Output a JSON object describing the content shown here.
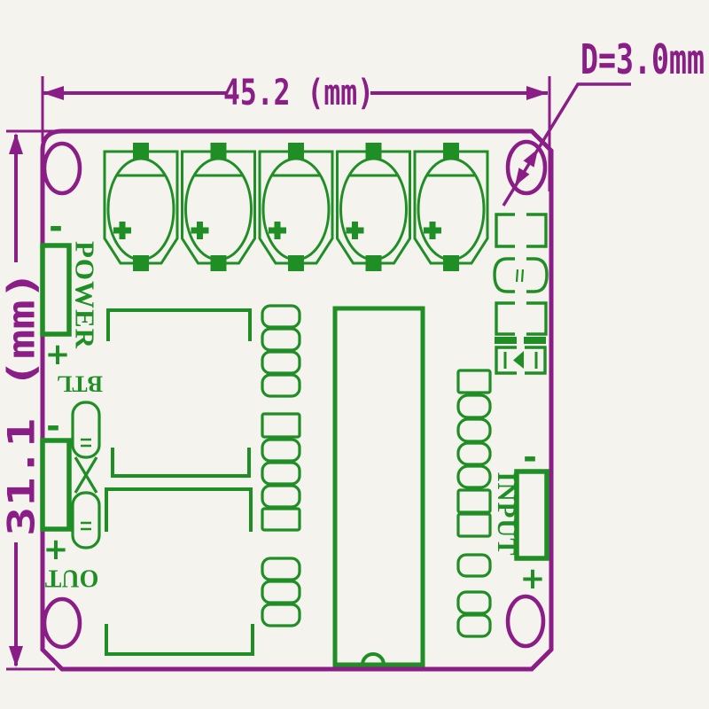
{
  "colors": {
    "purple": "#8a1d86",
    "green": "#1f8e24",
    "background": "#f5f3ee"
  },
  "dimensions": {
    "width_label": "45.2 (mm)",
    "height_label": "31.1 (mm)",
    "hole_diameter_label": "D=3.0mm"
  },
  "connectors": {
    "power": {
      "label": "POWER",
      "plus": "+",
      "minus": "-"
    },
    "out": {
      "label": "OUT",
      "plus": "+",
      "minus": "-"
    },
    "input": {
      "label": "INPUT",
      "plus": "+",
      "minus": "-"
    },
    "btl": {
      "label": "BTL"
    }
  }
}
